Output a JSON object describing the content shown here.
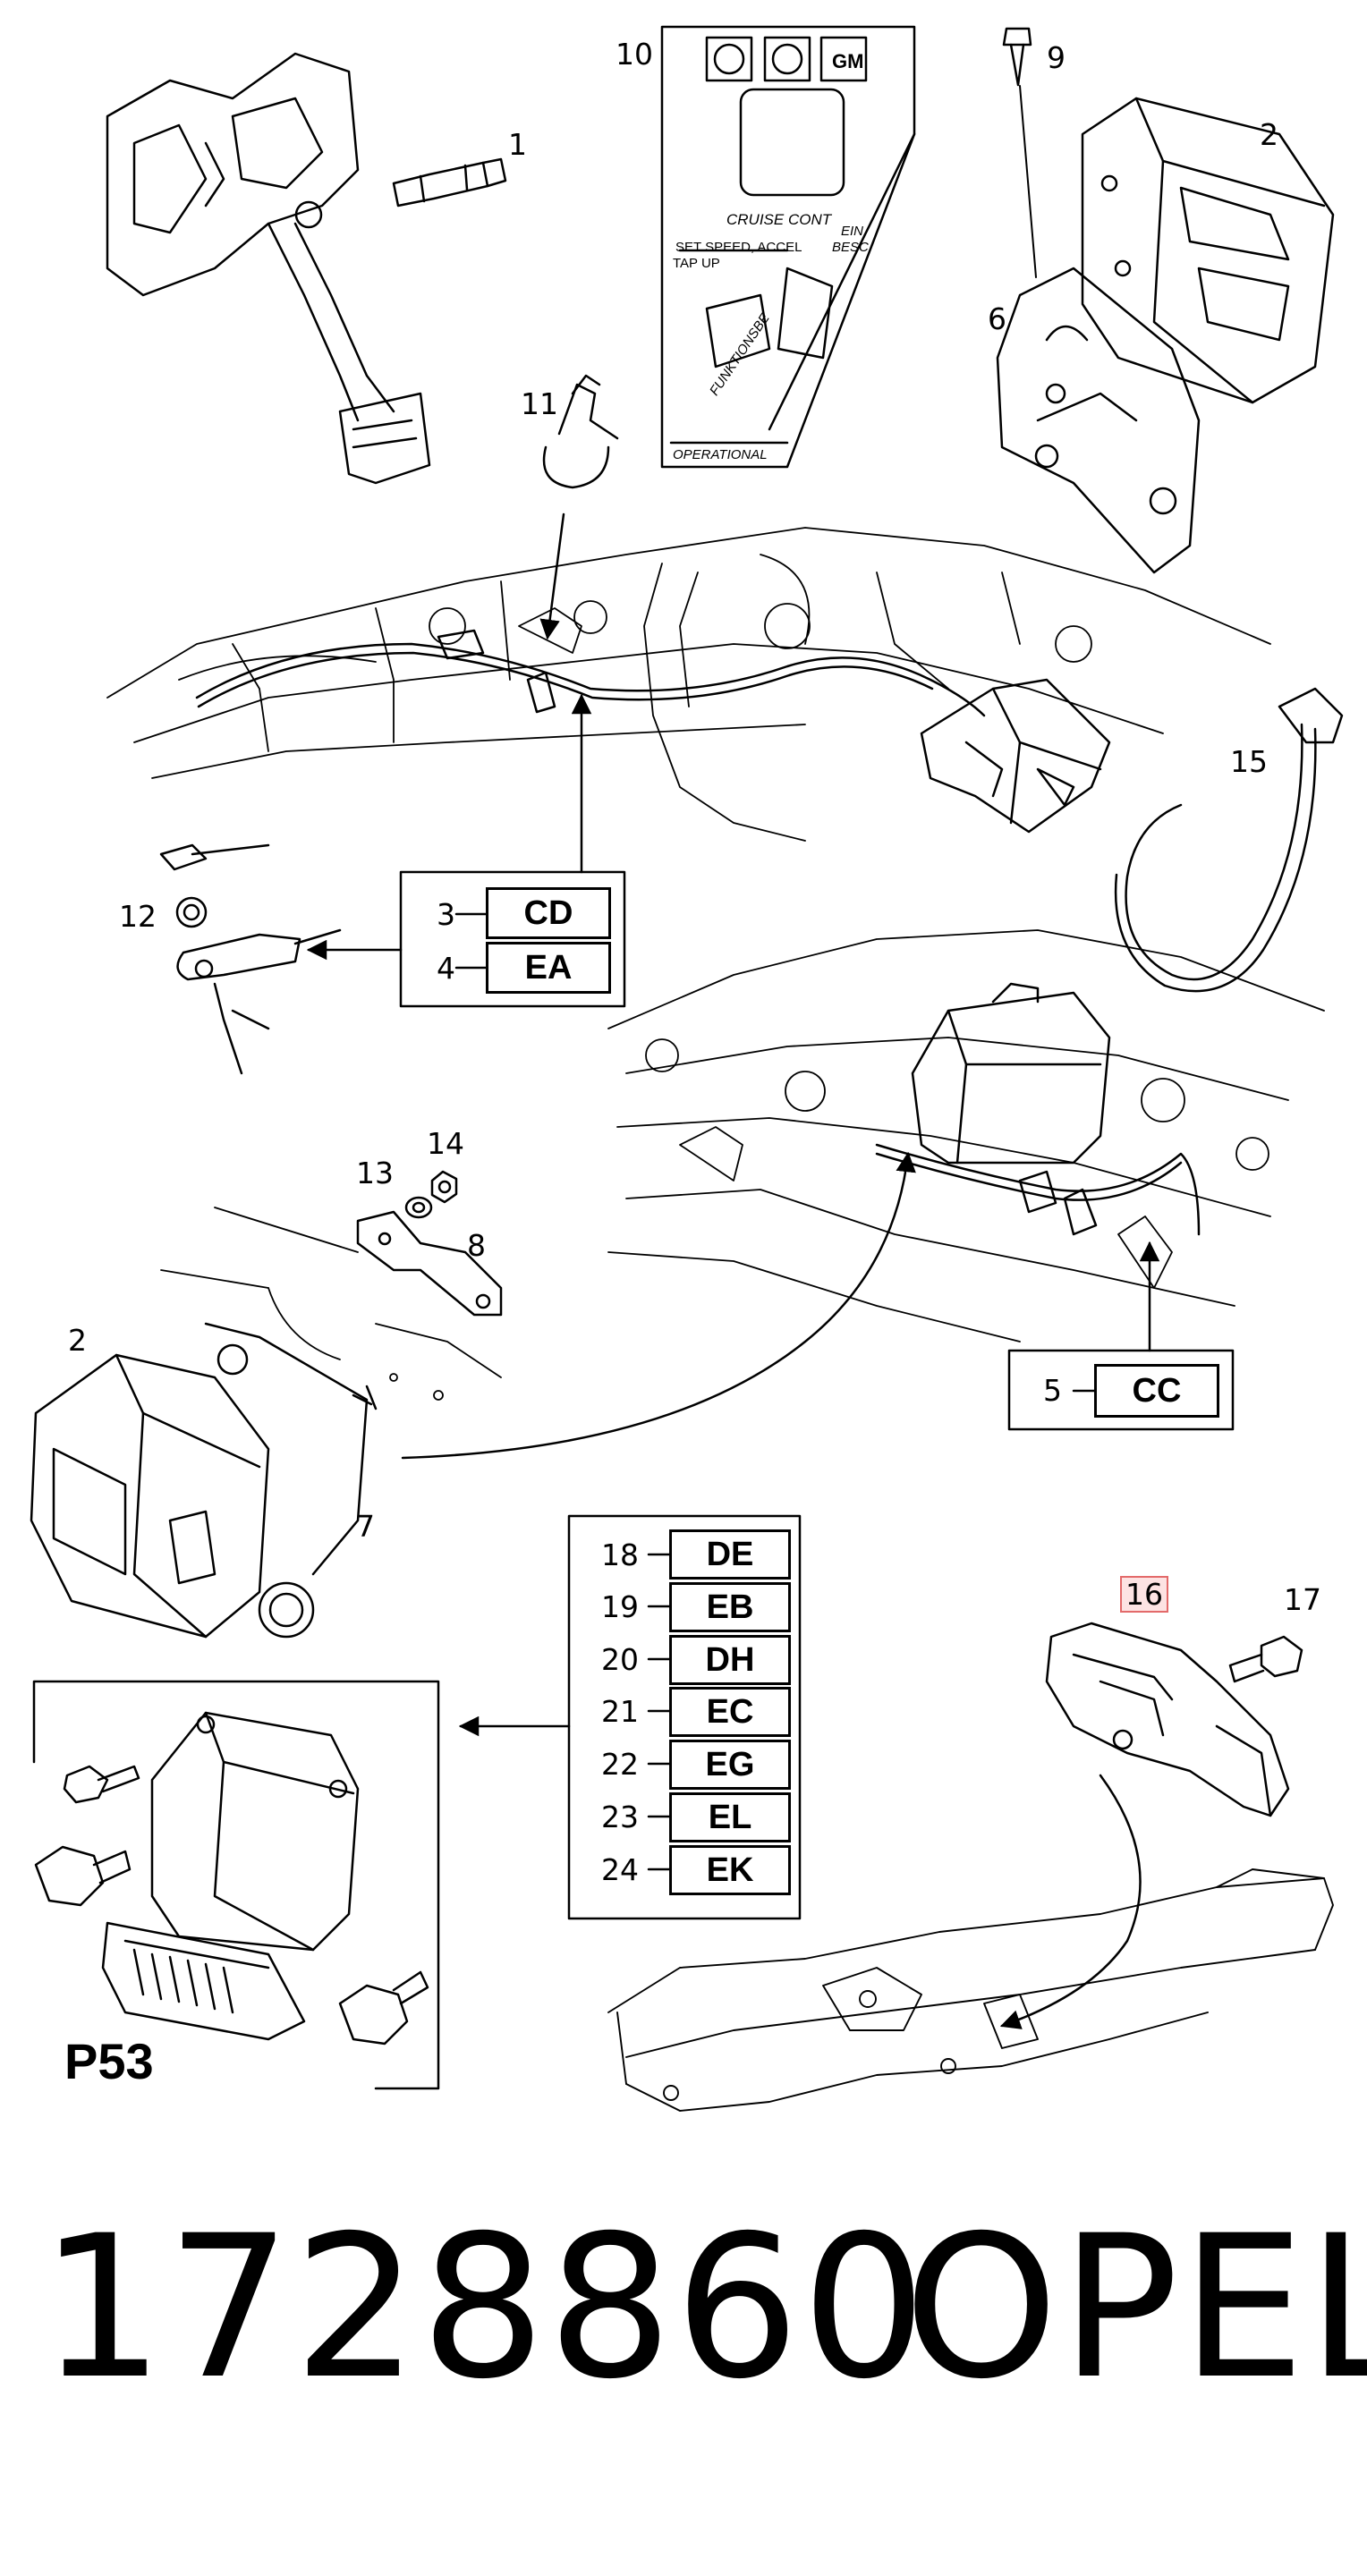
{
  "callouts": {
    "n1": "1",
    "n2a": "2",
    "n2b": "2",
    "n3": "3",
    "n4": "4",
    "n5": "5",
    "n6": "6",
    "n7": "7",
    "n8": "8",
    "n9": "9",
    "n10": "10",
    "n11": "11",
    "n12": "12",
    "n13": "13",
    "n14": "14",
    "n15": "15",
    "n16": "16",
    "n17": "17",
    "n18": "18",
    "n19": "19",
    "n20": "20",
    "n21": "21",
    "n22": "22",
    "n23": "23",
    "n24": "24"
  },
  "codes": {
    "cd": "CD",
    "ea": "EA",
    "cc": "CC",
    "de": "DE",
    "eb": "EB",
    "dh": "DH",
    "ec": "EC",
    "eg": "EG",
    "el": "EL",
    "ek": "EK"
  },
  "sticker": {
    "line1": "CRUISE CONT",
    "line2": "SET SPEED, ACCEL",
    "line3": "TAP UP",
    "line4": "EIN",
    "line5": "BESC",
    "line6": "FUNKTIONSBE",
    "line7": "OPERATIONAL",
    "logo3": "GM"
  },
  "module_label": "P53",
  "footer": {
    "part_number": "1728860",
    "brand": "OPEL"
  },
  "colors": {
    "ink": "#000000",
    "highlight_fill": "#fde3e3",
    "highlight_border": "#e36a6a"
  }
}
